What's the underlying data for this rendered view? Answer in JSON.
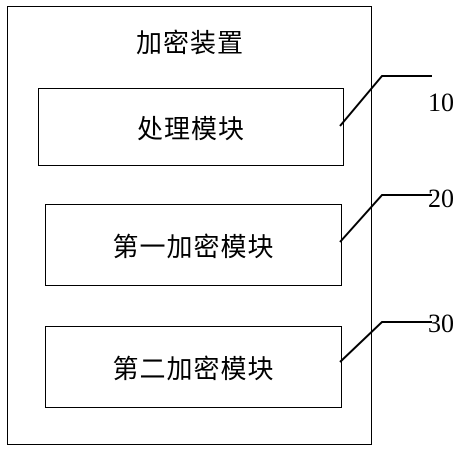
{
  "device": {
    "title": "加密装置"
  },
  "modules": [
    {
      "label": "处理模块",
      "ref": "10"
    },
    {
      "label": "第一加密模块",
      "ref": "20"
    },
    {
      "label": "第二加密模块",
      "ref": "30"
    }
  ]
}
